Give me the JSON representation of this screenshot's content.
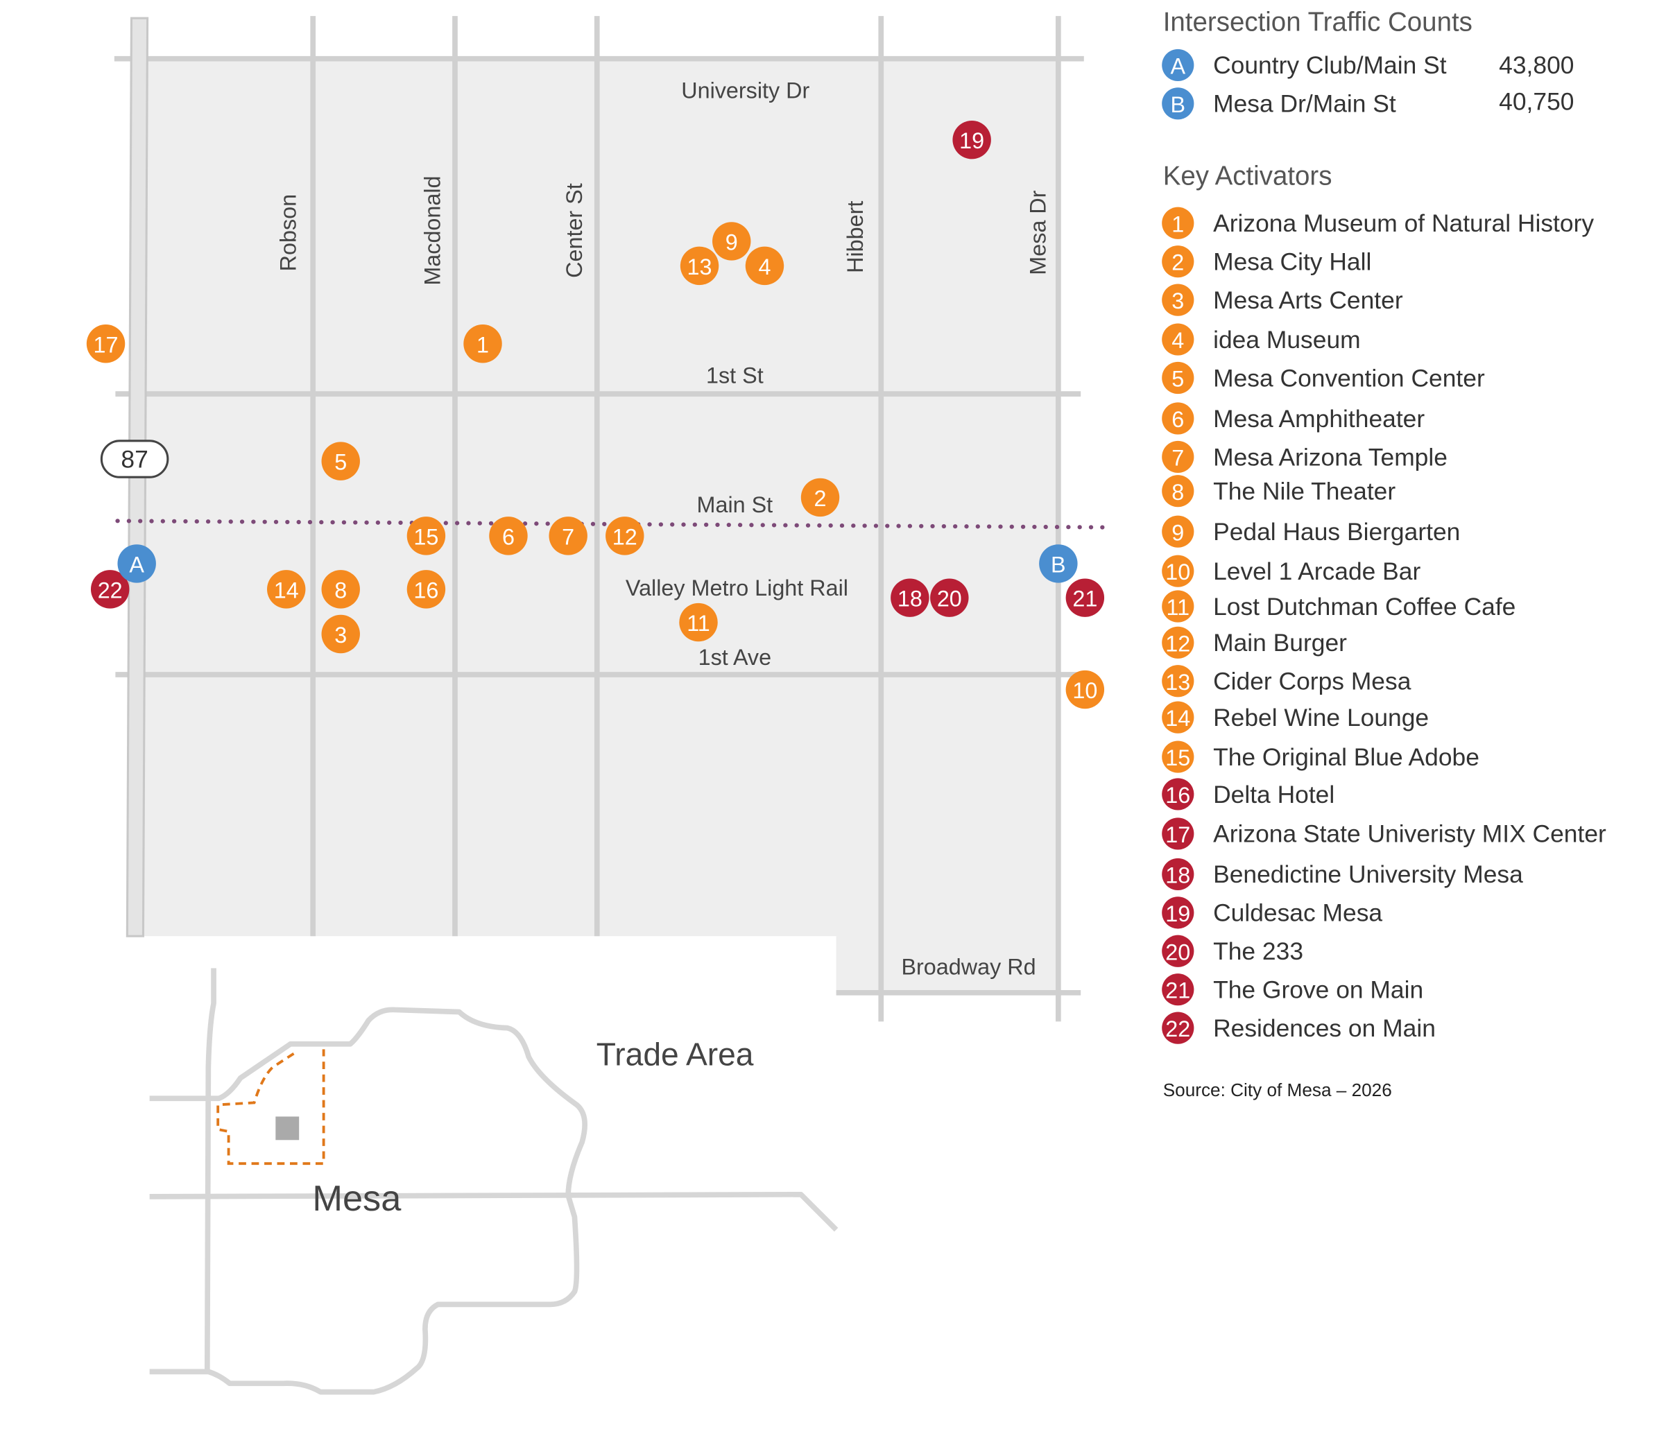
{
  "colors": {
    "activator": "#f58a1f",
    "residential": "#b81f35",
    "traffic": "#4a8ed0",
    "map_bg": "#eeeeee",
    "street": "#d0d0d0",
    "light_rail": "#7d4a78",
    "trade_area": "#e0781a"
  },
  "map": {
    "streets": {
      "university": "University Dr",
      "first_st": "1st St",
      "main": "Main St",
      "light_rail": "Valley Metro Light Rail",
      "first_ave": "1st Ave",
      "broadway": "Broadway Rd",
      "robson": "Robson",
      "macdonald": "Macdonald",
      "center": "Center St",
      "hibbert": "Hibbert",
      "mesa_dr": "Mesa Dr"
    },
    "highway_shield": "87",
    "inset": {
      "trade_area_label": "Trade Area",
      "city_label": "Mesa"
    }
  },
  "legend": {
    "traffic_title": "Intersection Traffic Counts",
    "traffic": [
      {
        "id": "A",
        "name": "Country Club/Main St",
        "count": "43,800"
      },
      {
        "id": "B",
        "name": "Mesa Dr/Main St",
        "count": "40,750"
      }
    ],
    "activators_title": "Key Activators",
    "activators": [
      {
        "id": "1",
        "name": "Arizona Museum of Natural History",
        "type": "activator"
      },
      {
        "id": "2",
        "name": "Mesa City Hall",
        "type": "activator"
      },
      {
        "id": "3",
        "name": "Mesa Arts Center",
        "type": "activator"
      },
      {
        "id": "4",
        "name": "idea Museum",
        "type": "activator"
      },
      {
        "id": "5",
        "name": "Mesa Convention Center",
        "type": "activator"
      },
      {
        "id": "6",
        "name": "Mesa Amphitheater",
        "type": "activator"
      },
      {
        "id": "7",
        "name": "Mesa Arizona Temple",
        "type": "activator"
      },
      {
        "id": "8",
        "name": "The Nile Theater",
        "type": "activator"
      },
      {
        "id": "9",
        "name": "Pedal Haus Biergarten",
        "type": "activator"
      },
      {
        "id": "10",
        "name": "Level 1 Arcade Bar",
        "type": "activator"
      },
      {
        "id": "11",
        "name": "Lost Dutchman Coffee Cafe",
        "type": "activator"
      },
      {
        "id": "12",
        "name": "Main Burger",
        "type": "activator"
      },
      {
        "id": "13",
        "name": "Cider Corps Mesa",
        "type": "activator"
      },
      {
        "id": "14",
        "name": "Rebel Wine Lounge",
        "type": "activator"
      },
      {
        "id": "15",
        "name": "The Original Blue Adobe",
        "type": "activator"
      },
      {
        "id": "16",
        "name": "Delta Hotel",
        "type": "residential"
      },
      {
        "id": "17",
        "name": "Arizona State Univeristy MIX Center",
        "type": "residential"
      },
      {
        "id": "18",
        "name": "Benedictine University Mesa",
        "type": "residential"
      },
      {
        "id": "19",
        "name": "Culdesac Mesa",
        "type": "residential"
      },
      {
        "id": "20",
        "name": "The 233",
        "type": "residential"
      },
      {
        "id": "21",
        "name": "The Grove on Main",
        "type": "residential"
      },
      {
        "id": "22",
        "name": "Residences on Main",
        "type": "residential"
      }
    ],
    "source": "Source: City of Mesa – 2026"
  },
  "markers": [
    {
      "id": "1",
      "type": "activator"
    },
    {
      "id": "2",
      "type": "activator"
    },
    {
      "id": "3",
      "type": "activator"
    },
    {
      "id": "4",
      "type": "activator"
    },
    {
      "id": "5",
      "type": "activator"
    },
    {
      "id": "6",
      "type": "activator"
    },
    {
      "id": "7",
      "type": "activator"
    },
    {
      "id": "8",
      "type": "activator"
    },
    {
      "id": "9",
      "type": "activator"
    },
    {
      "id": "10",
      "type": "activator"
    },
    {
      "id": "11",
      "type": "activator"
    },
    {
      "id": "12",
      "type": "activator"
    },
    {
      "id": "13",
      "type": "activator"
    },
    {
      "id": "14",
      "type": "activator"
    },
    {
      "id": "15",
      "type": "activator"
    },
    {
      "id": "16",
      "type": "activator"
    },
    {
      "id": "17",
      "type": "activator"
    },
    {
      "id": "18",
      "type": "residential"
    },
    {
      "id": "19",
      "type": "residential"
    },
    {
      "id": "20",
      "type": "residential"
    },
    {
      "id": "21",
      "type": "residential"
    },
    {
      "id": "22",
      "type": "residential"
    },
    {
      "id": "A",
      "type": "traffic"
    },
    {
      "id": "B",
      "type": "traffic"
    }
  ]
}
